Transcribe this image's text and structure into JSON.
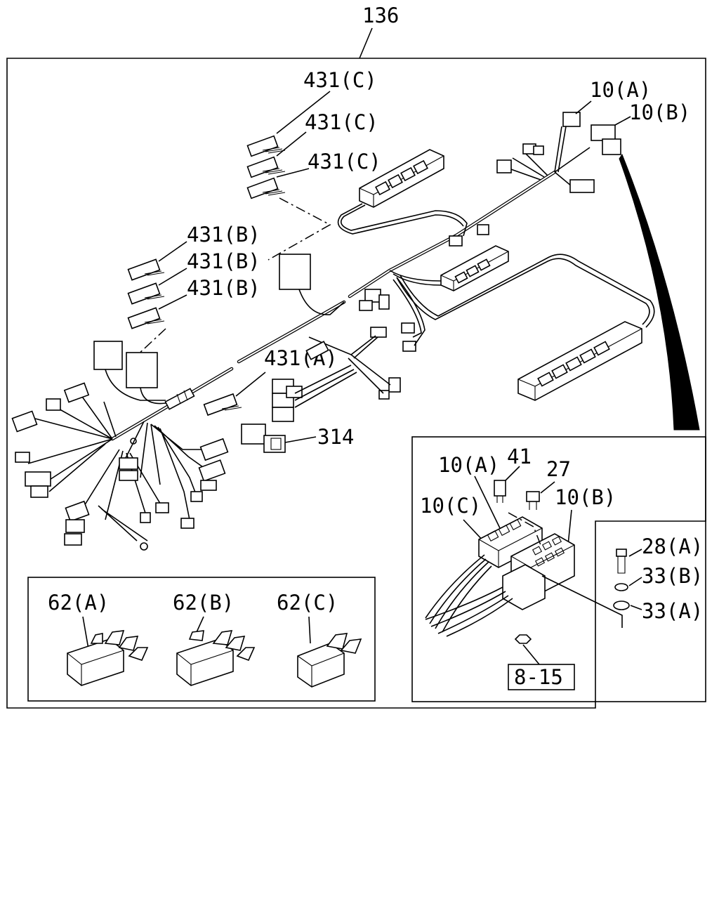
{
  "labels": {
    "assembly": "136",
    "c1": "431(C)",
    "c2": "431(C)",
    "c3": "431(C)",
    "b1": "431(B)",
    "b2": "431(B)",
    "b3": "431(B)",
    "a1": "431(A)",
    "p314": "314",
    "ten_a_top": "10(A)",
    "ten_b_top": "10(B)",
    "ten_a_detail": "10(A)",
    "ten_c_detail": "10(C)",
    "ten_b_detail": "10(B)",
    "p41": "41",
    "p27": "27",
    "p28a": "28(A)",
    "p33b": "33(B)",
    "p33a": "33(A)",
    "ref": "8-15",
    "r62a": "62(A)",
    "r62b": "62(B)",
    "r62c": "62(C)"
  },
  "colors": {
    "line": "#000000",
    "background": "#ffffff"
  }
}
